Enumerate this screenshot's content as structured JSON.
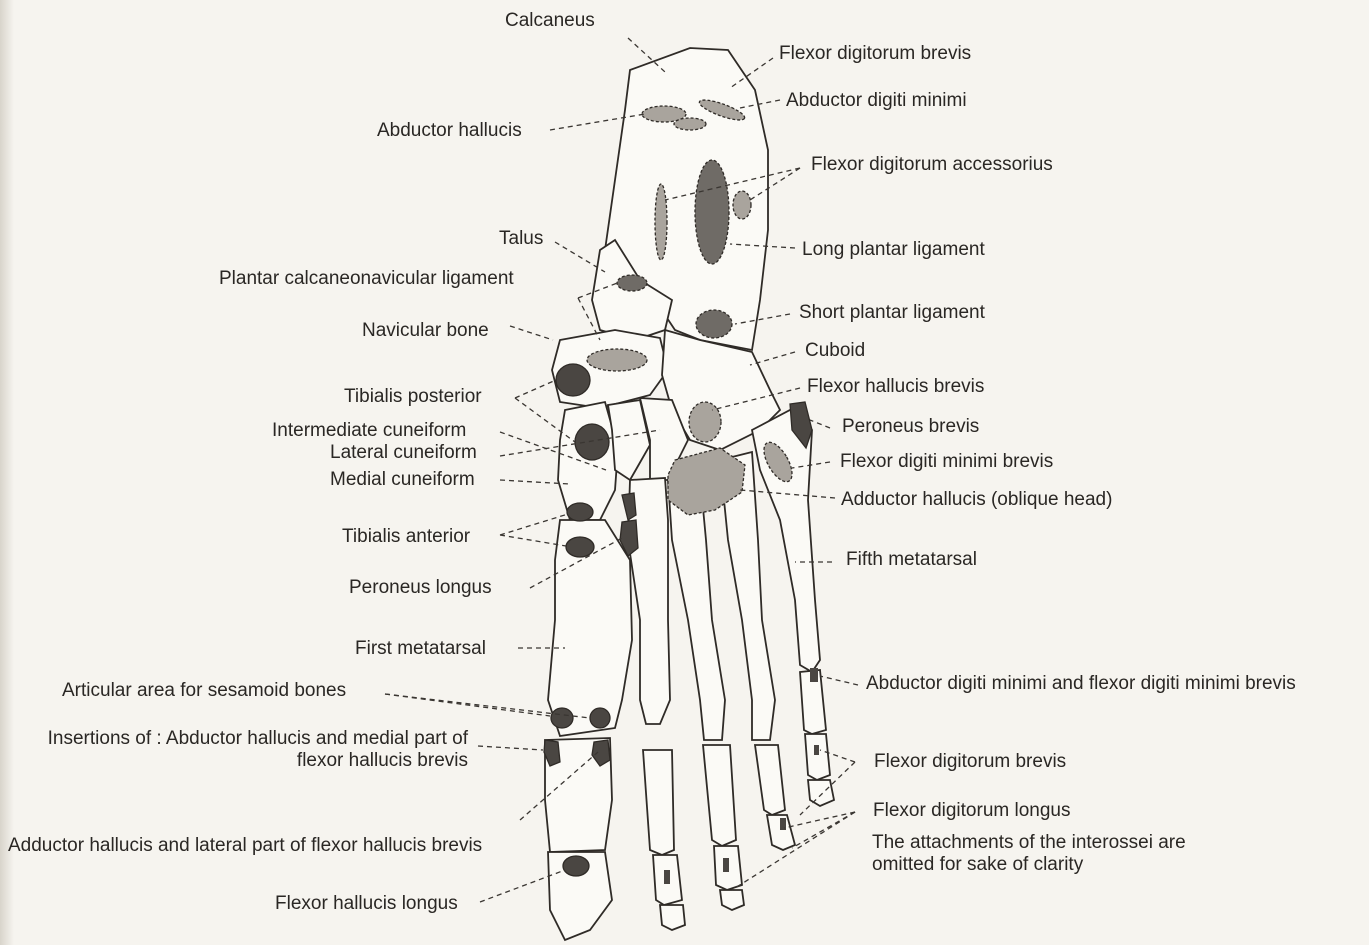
{
  "labels": {
    "calcaneus": "Calcaneus",
    "flexor_digitorum_brevis_top": "Flexor digitorum brevis",
    "abductor_digiti_minimi": "Abductor digiti minimi",
    "abductor_hallucis": "Abductor hallucis",
    "flexor_digitorum_accessorius": "Flexor digitorum accessorius",
    "talus": "Talus",
    "long_plantar_ligament": "Long plantar ligament",
    "plantar_calcaneonavicular_ligament": "Plantar calcaneonavicular ligament",
    "navicular_bone": "Navicular bone",
    "short_plantar_ligament": "Short plantar ligament",
    "cuboid": "Cuboid",
    "tibialis_posterior": "Tibialis posterior",
    "flexor_hallucis_brevis": "Flexor hallucis brevis",
    "intermediate_cuneiform": "Intermediate cuneiform",
    "peroneus_brevis": "Peroneus brevis",
    "lateral_cuneiform": "Lateral cuneiform",
    "flexor_digiti_minimi_brevis": "Flexor digiti minimi brevis",
    "medial_cuneiform": "Medial cuneiform",
    "adductor_hallucis_oblique": "Adductor hallucis (oblique head)",
    "tibialis_anterior": "Tibialis anterior",
    "fifth_metatarsal": "Fifth metatarsal",
    "peroneus_longus": "Peroneus longus",
    "first_metatarsal": "First metatarsal",
    "abductor_and_flexor_digiti_minimi": "Abductor digiti minimi and flexor digiti minimi brevis",
    "articular_area_sesamoid": "Articular area for sesamoid bones",
    "insertions_abductor_hallucis": "Insertions of : Abductor hallucis and medial part of flexor hallucis brevis",
    "flexor_digitorum_brevis_bottom": "Flexor digitorum brevis",
    "flexor_digitorum_longus": "Flexor digitorum longus",
    "adductor_hallucis_lateral": "Adductor hallucis and lateral part of flexor hallucis brevis",
    "interossei_note": "The attachments of the interossei are omitted for sake of clarity",
    "flexor_hallucis_longus": "Flexor hallucis longus"
  },
  "colors": {
    "background": "#f6f4ef",
    "bone_fill": "#fbfaf6",
    "outline": "#2f2b27",
    "origin_area": "#a9a49d",
    "insertion_area": "#4a4642"
  }
}
